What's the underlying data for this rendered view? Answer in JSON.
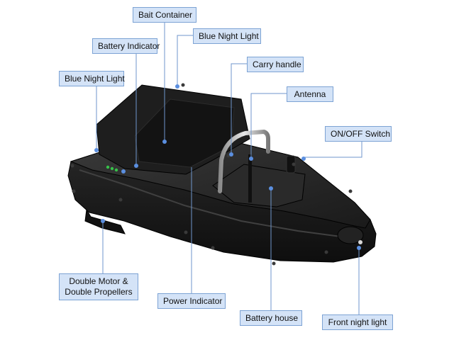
{
  "diagram": {
    "labels": {
      "bait_container": "Bait Container",
      "blue_night_light_top": "Blue Night Light",
      "battery_indicator": "Battery Indicator",
      "carry_handle": "Carry handle",
      "blue_night_light_left": "Blue Night Light",
      "antenna": "Antenna",
      "on_off_switch": "ON/OFF Switch",
      "double_motor": "Double Motor & Double Propellers",
      "power_indicator": "Power Indicator",
      "battery_house": "Battery house",
      "front_night_light": "Front night light"
    },
    "colors": {
      "label_fill": "#d4e3f7",
      "label_border": "#7da3d4",
      "leader_line": "#6f96cc",
      "marker_dot": "#5b8fe0",
      "hull": "#1c1c1c",
      "indicator_led": "#37c24a"
    }
  }
}
